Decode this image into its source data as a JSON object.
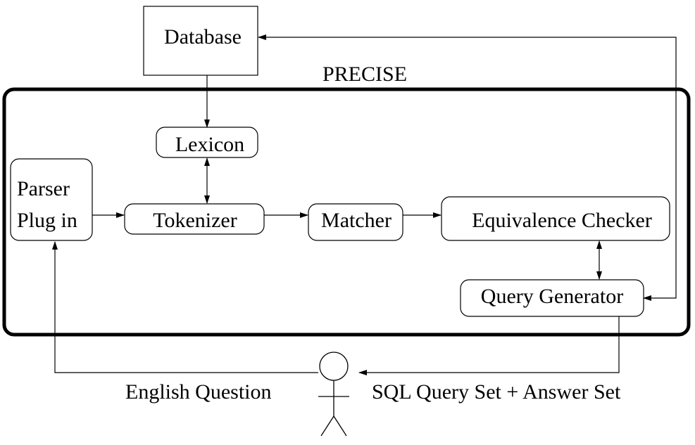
{
  "diagram": {
    "nodes": {
      "database": "Database",
      "lexicon": "Lexicon",
      "parser_line1": "Parser",
      "parser_line2": "Plug in",
      "tokenizer": "Tokenizer",
      "matcher": "Matcher",
      "equivalence_checker": "Equivalence Checker",
      "query_generator": "Query Generator"
    },
    "system_label": "PRECISE",
    "edge_labels": {
      "english_question": "English Question",
      "sql_answer": "SQL Query Set + Answer Set"
    },
    "colors": {
      "stroke": "#000000",
      "background": "#ffffff"
    }
  }
}
